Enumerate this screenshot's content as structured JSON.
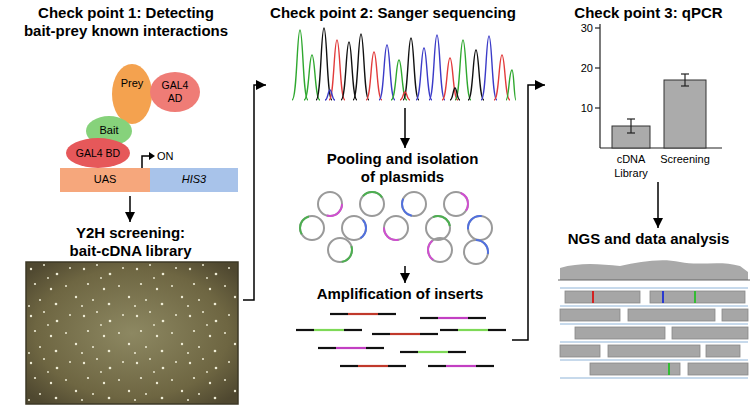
{
  "diagram": {
    "nodes": [
      {
        "text": [
          "Check point 1: Detecting bait-prey known interactions"
        ]
      },
      {
        "text": [
          "Prey"
        ],
        "in": 0
      },
      {
        "text": [
          "GAL4 AD"
        ],
        "in": 0
      },
      {
        "text": [
          "Bait"
        ],
        "in": 0
      },
      {
        "text": [
          "GAL4 BD"
        ],
        "in": 0
      },
      {
        "text": [
          "UAS"
        ],
        "in": 0
      },
      {
        "text": [
          "HIS3"
        ],
        "in": 0
      },
      {
        "text": [
          "Y2H screening: bait-cDNA library"
        ]
      },
      {
        "text": [
          "Check point 2: Sanger sequencing"
        ]
      },
      {
        "text": [
          "Pooling and isolation of plasmids"
        ]
      },
      {
        "text": [
          "Amplification of inserts"
        ]
      },
      {
        "text": [
          "Check point 3: qPCR"
        ]
      },
      {
        "text": [
          "NGS and data analysis"
        ]
      }
    ],
    "edges": [
      {
        "from": 0,
        "to": 7,
        "arrow": "to"
      },
      {
        "from": 7,
        "to": 8,
        "arrow": "to"
      },
      {
        "from": 8,
        "to": 9,
        "arrow": "to"
      },
      {
        "from": 9,
        "to": 10,
        "arrow": "to"
      },
      {
        "from": 10,
        "to": 11,
        "arrow": "to"
      },
      {
        "from": 11,
        "to": 12,
        "arrow": "to"
      }
    ],
    "labels": [
      "ON",
      "30",
      "20",
      "10",
      "cDNA Library",
      "Screening"
    ]
  }
}
